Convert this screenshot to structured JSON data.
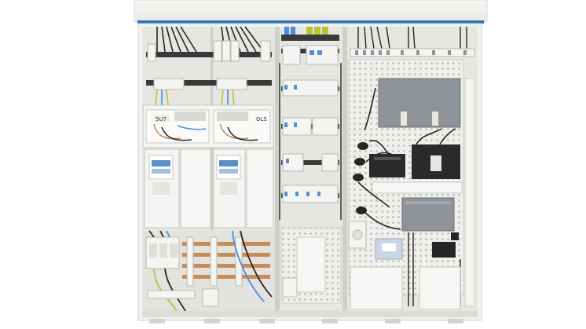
{
  "photo": {
    "subject": "electrical-distribution-cabinet",
    "colors": {
      "background": "#ffffff",
      "cabinet_frame": "#f1f1ee",
      "cabinet_inner": "#e6e6e2",
      "rail": "#3a3a3a",
      "breaker": "#f4f4f2",
      "breaker_edge": "#b9b9b4",
      "meter_label_blue": "#5a8ec9",
      "busbar_copper": "#c98a55",
      "cable_black": "#262626",
      "cable_blue": "#4a8fd6",
      "cable_yellow_green": "#b7c43a",
      "router_gray": "#8f9296",
      "perforated_panel": "#efefec",
      "top_strip_blue": "#2f6fb5"
    }
  },
  "labels": {
    "meter_left": "5U7",
    "meter_right": "OLS"
  }
}
